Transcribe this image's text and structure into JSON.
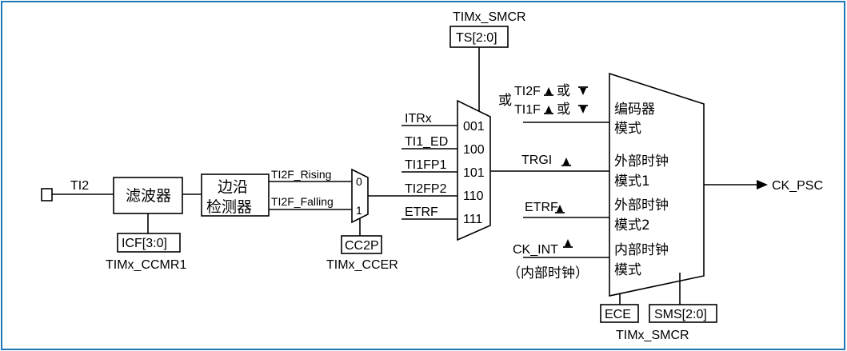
{
  "colors": {
    "border": "#1f77b4",
    "line": "#000000",
    "background": "#ffffff"
  },
  "top_register": {
    "name": "TIMx_SMCR",
    "field": "TS[2:0]"
  },
  "input": {
    "name": "TI2"
  },
  "filter": {
    "label": "滤波器",
    "field": "ICF[3:0]",
    "register": "TIMx_CCMR1"
  },
  "edge_detector": {
    "label_line1": "边沿",
    "label_line2": "检测器"
  },
  "edge_outputs": {
    "rising": "TI2F_Rising",
    "falling": "TI2F_Falling"
  },
  "polarity_mux": {
    "in0": "0",
    "in1": "1",
    "field": "CC2P",
    "register": "TIMx_CCER"
  },
  "trigger_mux": {
    "inputs": [
      {
        "signal": "ITRx",
        "code": "001"
      },
      {
        "signal": "TI1_ED",
        "code": "100"
      },
      {
        "signal": "TI1FP1",
        "code": "101"
      },
      {
        "signal": "TI2FP2",
        "code": "110"
      },
      {
        "signal": "ETRF",
        "code": "111"
      }
    ]
  },
  "mode_inputs": {
    "encoder_prefix": "或",
    "encoder_line1": "TI2F",
    "encoder_line2": "TI1F",
    "encoder_or": "或",
    "trgi": "TRGI",
    "etrf": "ETRF",
    "ck_int": "CK_INT",
    "ck_int_note": "（内部时钟）"
  },
  "mode_selector": {
    "modes": [
      {
        "line1": "编码器",
        "line2": "模式"
      },
      {
        "line1": "外部时钟",
        "line2": "模式1"
      },
      {
        "line1": "外部时钟",
        "line2": "模式2"
      },
      {
        "line1": "内部时钟",
        "line2": "模式"
      }
    ],
    "field_ece": "ECE",
    "field_sms": "SMS[2:0]",
    "register": "TIMx_SMCR"
  },
  "output": {
    "name": "CK_PSC"
  }
}
